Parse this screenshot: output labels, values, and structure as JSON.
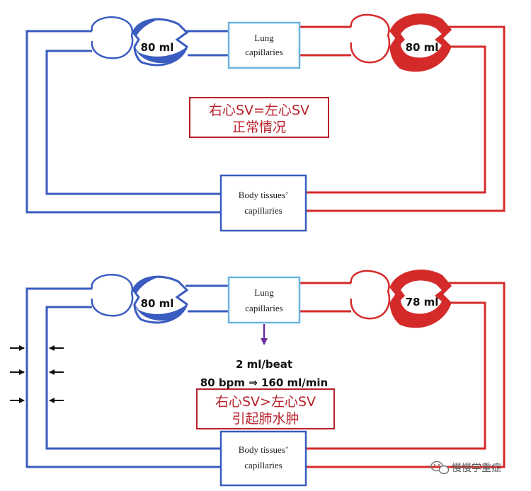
{
  "colors": {
    "venous": "#3a5bbf",
    "arterial": "#d42a2a",
    "lung_box_border": "#6ab4e0",
    "body_box_border": "#3a5bbf",
    "label_box_border": "#b8202a",
    "flow_arrow": "#6b2fa0"
  },
  "panel_top": {
    "right_heart_volume": "80 ml",
    "left_heart_volume": "80 ml",
    "lung_box": {
      "line1": "Lung",
      "line2": "capillaries"
    },
    "body_box": {
      "line1": "Body tissues’",
      "line2": "capillaries"
    },
    "label": {
      "line1": "右心SV=左心SV",
      "line2": "正常情况"
    }
  },
  "panel_bottom": {
    "right_heart_volume": "80 ml",
    "left_heart_volume": "78 ml",
    "lung_box": {
      "line1": "Lung",
      "line2": "capillaries"
    },
    "body_box": {
      "line1": "Body tissues’",
      "line2": "capillaries"
    },
    "flow_note": {
      "line1": "2 ml/beat",
      "line2": "80 bpm ⇒ 160 ml/min"
    },
    "label": {
      "line1": "右心SV>左心SV",
      "line2": "引起肺水肿"
    }
  },
  "watermark": {
    "icon": "wechat-icon",
    "text": "慢慢学重症"
  }
}
